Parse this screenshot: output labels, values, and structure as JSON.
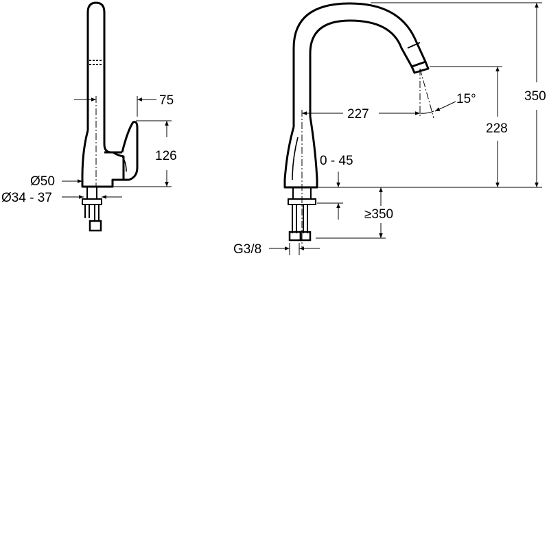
{
  "side_view": {
    "lever_reach": "75",
    "body_height": "126",
    "base_diameter": "Ø50",
    "hole_diameter": "Ø34 - 37"
  },
  "front_view": {
    "spout_reach": "227",
    "spray_angle": "15°",
    "spout_height": "228",
    "total_height": "350",
    "deck_thickness": "0 - 45",
    "hose_length": "≥350",
    "connection_thread": "G3/8"
  },
  "colors": {
    "line": "#000000",
    "background": "#ffffff"
  }
}
